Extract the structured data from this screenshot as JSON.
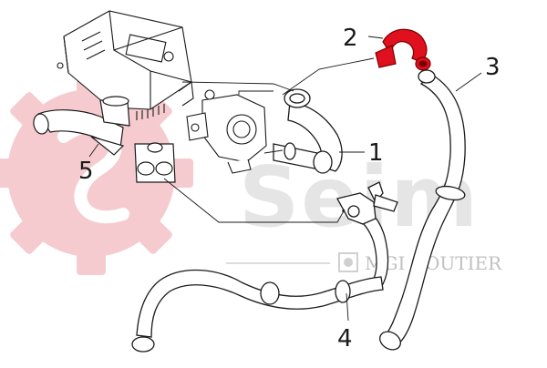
{
  "watermark": {
    "brand": "Seim",
    "sub": "MGI COUTIER",
    "logo_color": "#f2b8c0",
    "text_color": "#c8c8c8"
  },
  "callouts": [
    {
      "id": "1",
      "label": "1"
    },
    {
      "id": "2",
      "label": "2"
    },
    {
      "id": "3",
      "label": "3"
    },
    {
      "id": "4",
      "label": "4"
    },
    {
      "id": "5",
      "label": "5"
    }
  ],
  "highlight_color": "#e0101e",
  "line_color": "#1a1a1a"
}
